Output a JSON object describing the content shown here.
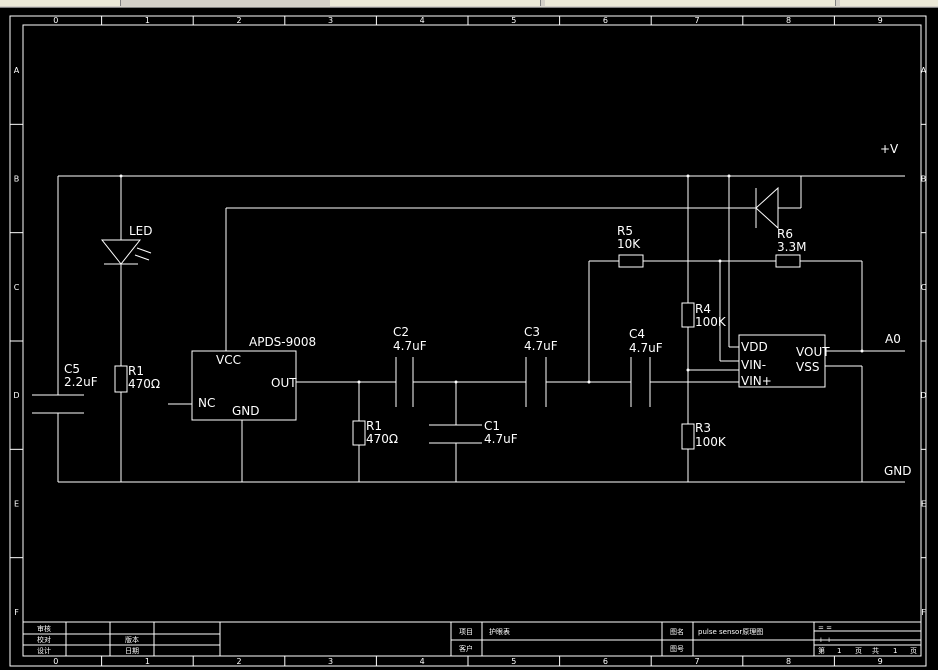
{
  "toolbar": {
    "segments": 6
  },
  "zones": {
    "columns": [
      "0",
      "1",
      "2",
      "3",
      "4",
      "5",
      "6",
      "7",
      "8",
      "9"
    ],
    "rows": [
      "A",
      "B",
      "C",
      "D",
      "E",
      "F"
    ]
  },
  "nets": {
    "vcc": "+V",
    "gnd": "GND",
    "out": "A0"
  },
  "components": {
    "led": "LED",
    "c5": {
      "ref": "C5",
      "val": "2.2uF"
    },
    "r1a": {
      "ref": "R1",
      "val": "470Ω"
    },
    "sensor": {
      "name": "APDS-9008",
      "vcc": "VCC",
      "nc": "NC",
      "gnd": "GND",
      "out": "OUT"
    },
    "c2": {
      "ref": "C2",
      "val": "4.7uF"
    },
    "r1b": {
      "ref": "R1",
      "val": "470Ω"
    },
    "c1": {
      "ref": "C1",
      "val": "4.7uF"
    },
    "c3": {
      "ref": "C3",
      "val": "4.7uF"
    },
    "c4": {
      "ref": "C4",
      "val": "4.7uF"
    },
    "r5": {
      "ref": "R5",
      "val": "10K"
    },
    "r6": {
      "ref": "R6",
      "val": "3.3M"
    },
    "r4": {
      "ref": "R4",
      "val": "100K"
    },
    "r3": {
      "ref": "R3",
      "val": "100K"
    },
    "opamp": {
      "vdd": "VDD",
      "vinm": "VIN-",
      "vinp": "VIN+",
      "vout": "VOUT",
      "vss": "VSS"
    }
  },
  "title_block": {
    "audit": "审核",
    "check": "校对",
    "design": "设计",
    "version": "版本",
    "date": "日期",
    "project_label": "项目",
    "project_value": "护眼表",
    "client_label": "客户",
    "drawing_label": "图名",
    "drawing_value": "pulse sensor原理图",
    "number_label": "图号",
    "eq": "= =",
    "plus": "+ +",
    "sheet_prefix": "第",
    "sheet_no": "1",
    "sheet_unit": "页",
    "total_prefix": "共",
    "total_no": "1",
    "total_unit": "页"
  }
}
